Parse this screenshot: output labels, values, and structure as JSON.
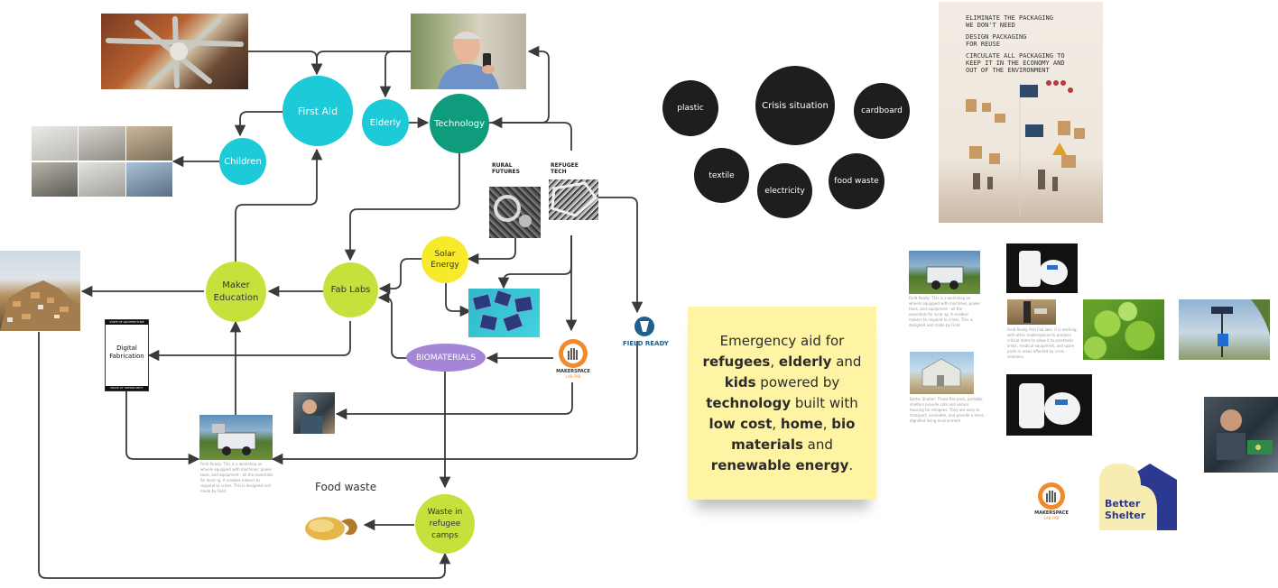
{
  "nodes": {
    "first_aid": "First Aid",
    "elderly": "Elderly",
    "technology": "Technology",
    "children": "Children",
    "maker_education": "Maker Education",
    "fab_labs": "Fab Labs",
    "solar_energy": "Solar Energy",
    "biomaterials": "BIOMATERIALS",
    "waste_in_camps": "Waste in refugee camps"
  },
  "labels": {
    "rural_futures": "RURAL FUTURES",
    "refugee_tech": "REFUGEE TECH",
    "field_ready": "FIELD READY",
    "food_waste": "Food waste",
    "makerspace": "MAKERSPACE",
    "makerspace_sub": "LAB FAB",
    "book_top": "STATE OF ARCHITECTURE",
    "book_title": "Digital Fabrication",
    "book_bottom": "SPACE OF OPPORTUNITY",
    "better_shelter_logo": "Better Shelter"
  },
  "captions": {
    "field_ready_trailer": "Field Ready: This is a workshop on wheels equipped with machines, power tools, and equipment - all the essentials for local ng. It enables makers to respond to crises. This is designed and made by Field.",
    "field_ready_trailer_right": "Field Ready: This is a workshop on wheels equipped with machines, power tools, and equipment - all the essentials for local ng. It enables makers to respond to crises. This is designed and made by Field.",
    "makerspace_right": "Field Ready first Fab labs: it is working with other makerspaces to produce critical items to allow it to prosthetic limbs, medical equipment, and spare parts in areas affected by crisis - solutions",
    "better_shelter": "Better Shelter: These flat-pack, portable shelters provide safe and secure housing for refugees. They are easy to transport, assemble, and provide a more dignified living environment."
  },
  "crisis": {
    "center": "Crisis situation",
    "items": [
      "plastic",
      "cardboard",
      "textile",
      "electricity",
      "food waste"
    ]
  },
  "exhibit": {
    "line1": "ELIMINATE THE PACKAGING",
    "line2": "WE DON'T NEED",
    "line3": "DESIGN PACKAGING",
    "line4": "FOR REUSE",
    "line5": "CIRCULATE ALL PACKAGING TO",
    "line6": "KEEP IT IN THE ECONOMY AND",
    "line7": "OUT OF THE ENVIRONMENT"
  },
  "sticky": {
    "p1": "Emergency aid for ",
    "b1": "refugees",
    "p2": ", ",
    "b2": "elderly",
    "p3": " and ",
    "b3": "kids",
    "p4": " powered by ",
    "b4": "technology",
    "p5": " built with ",
    "b5": "low cost",
    "p6": ", ",
    "b6": "home",
    "p7": ", ",
    "b7": "bio materials",
    "p8": " and ",
    "b8": "renewable energy",
    "p9": "."
  },
  "colors": {
    "cyan": "#1ccad8",
    "teal": "#0e9c7c",
    "lime": "#c8e03c",
    "yellow": "#f7ea2a",
    "purple": "#a586d6",
    "arrow": "#3a3a3a",
    "sticky": "#fff4a3",
    "dark": "#1e1e1e"
  }
}
